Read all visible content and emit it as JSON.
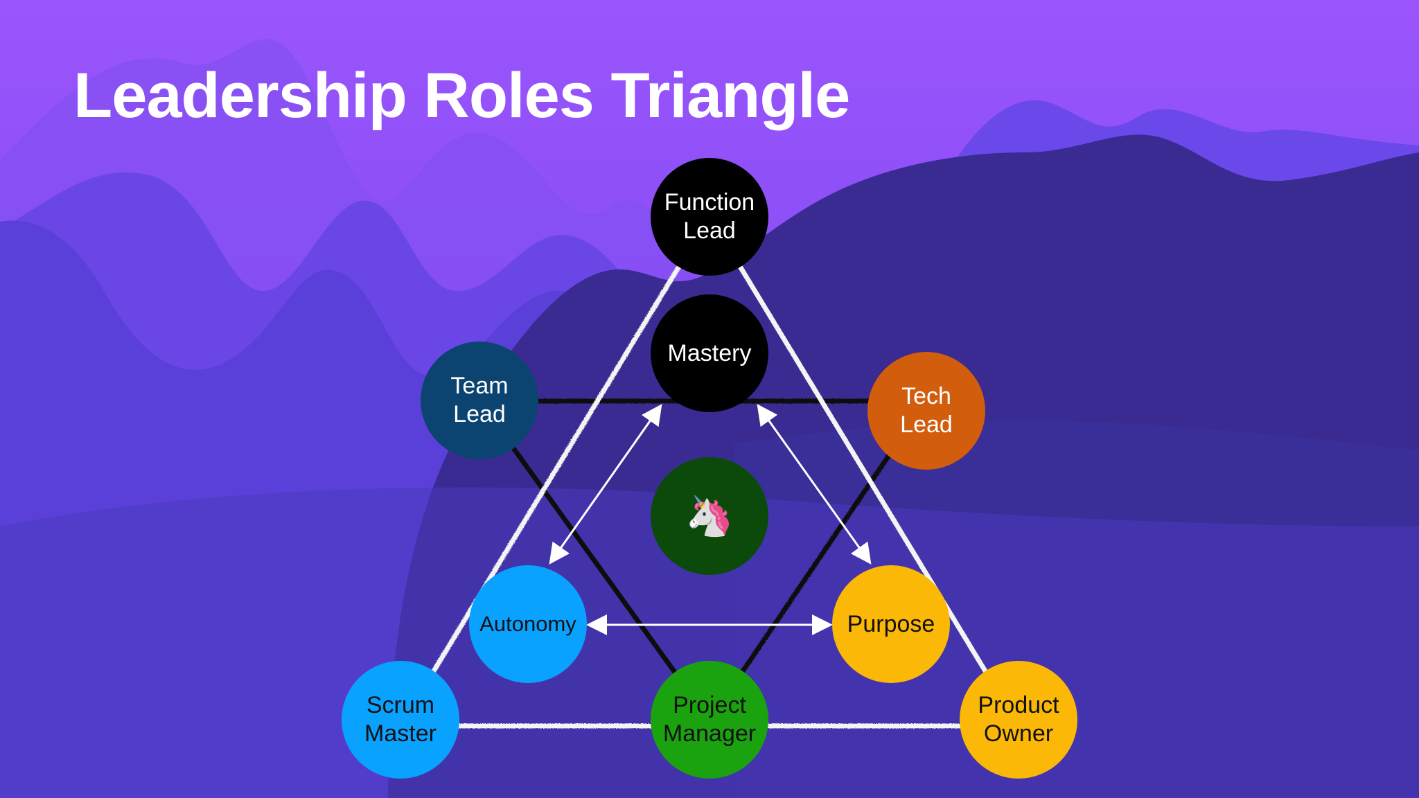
{
  "slide": {
    "title": "Leadership Roles Triangle"
  },
  "colors": {
    "background_top": "#9a55fb",
    "mountain_far": "#6a45e8",
    "mountain_mid": "#5a3fd8",
    "mountain_near": "#4a36c4",
    "mountain_dark": "#2f2470"
  },
  "nodes": {
    "function_lead": {
      "label": "Function\nLead",
      "fill": "#000000",
      "text_color": "#ffffff"
    },
    "mastery": {
      "label": "Mastery",
      "fill": "#000000",
      "text_color": "#ffffff"
    },
    "team_lead": {
      "label": "Team\nLead",
      "fill": "#0b4470",
      "text_color": "#ffffff"
    },
    "tech_lead": {
      "label": "Tech\nLead",
      "fill": "#d25d0c",
      "text_color": "#ffffff"
    },
    "center": {
      "icon": "unicorn-icon",
      "glyph": "🦄",
      "fill": "#0b4a0b"
    },
    "autonomy": {
      "label": "Autonomy",
      "fill": "#0aa2ff",
      "text_color": "#111111"
    },
    "purpose": {
      "label": "Purpose",
      "fill": "#fcb807",
      "text_color": "#111111"
    },
    "scrum_master": {
      "label": "Scrum\nMaster",
      "fill": "#0aa2ff",
      "text_color": "#111111"
    },
    "project_manager": {
      "label": "Project\nManager",
      "fill": "#1ba20f",
      "text_color": "#111111"
    },
    "product_owner": {
      "label": "Product\nOwner",
      "fill": "#fcb807",
      "text_color": "#111111"
    }
  }
}
